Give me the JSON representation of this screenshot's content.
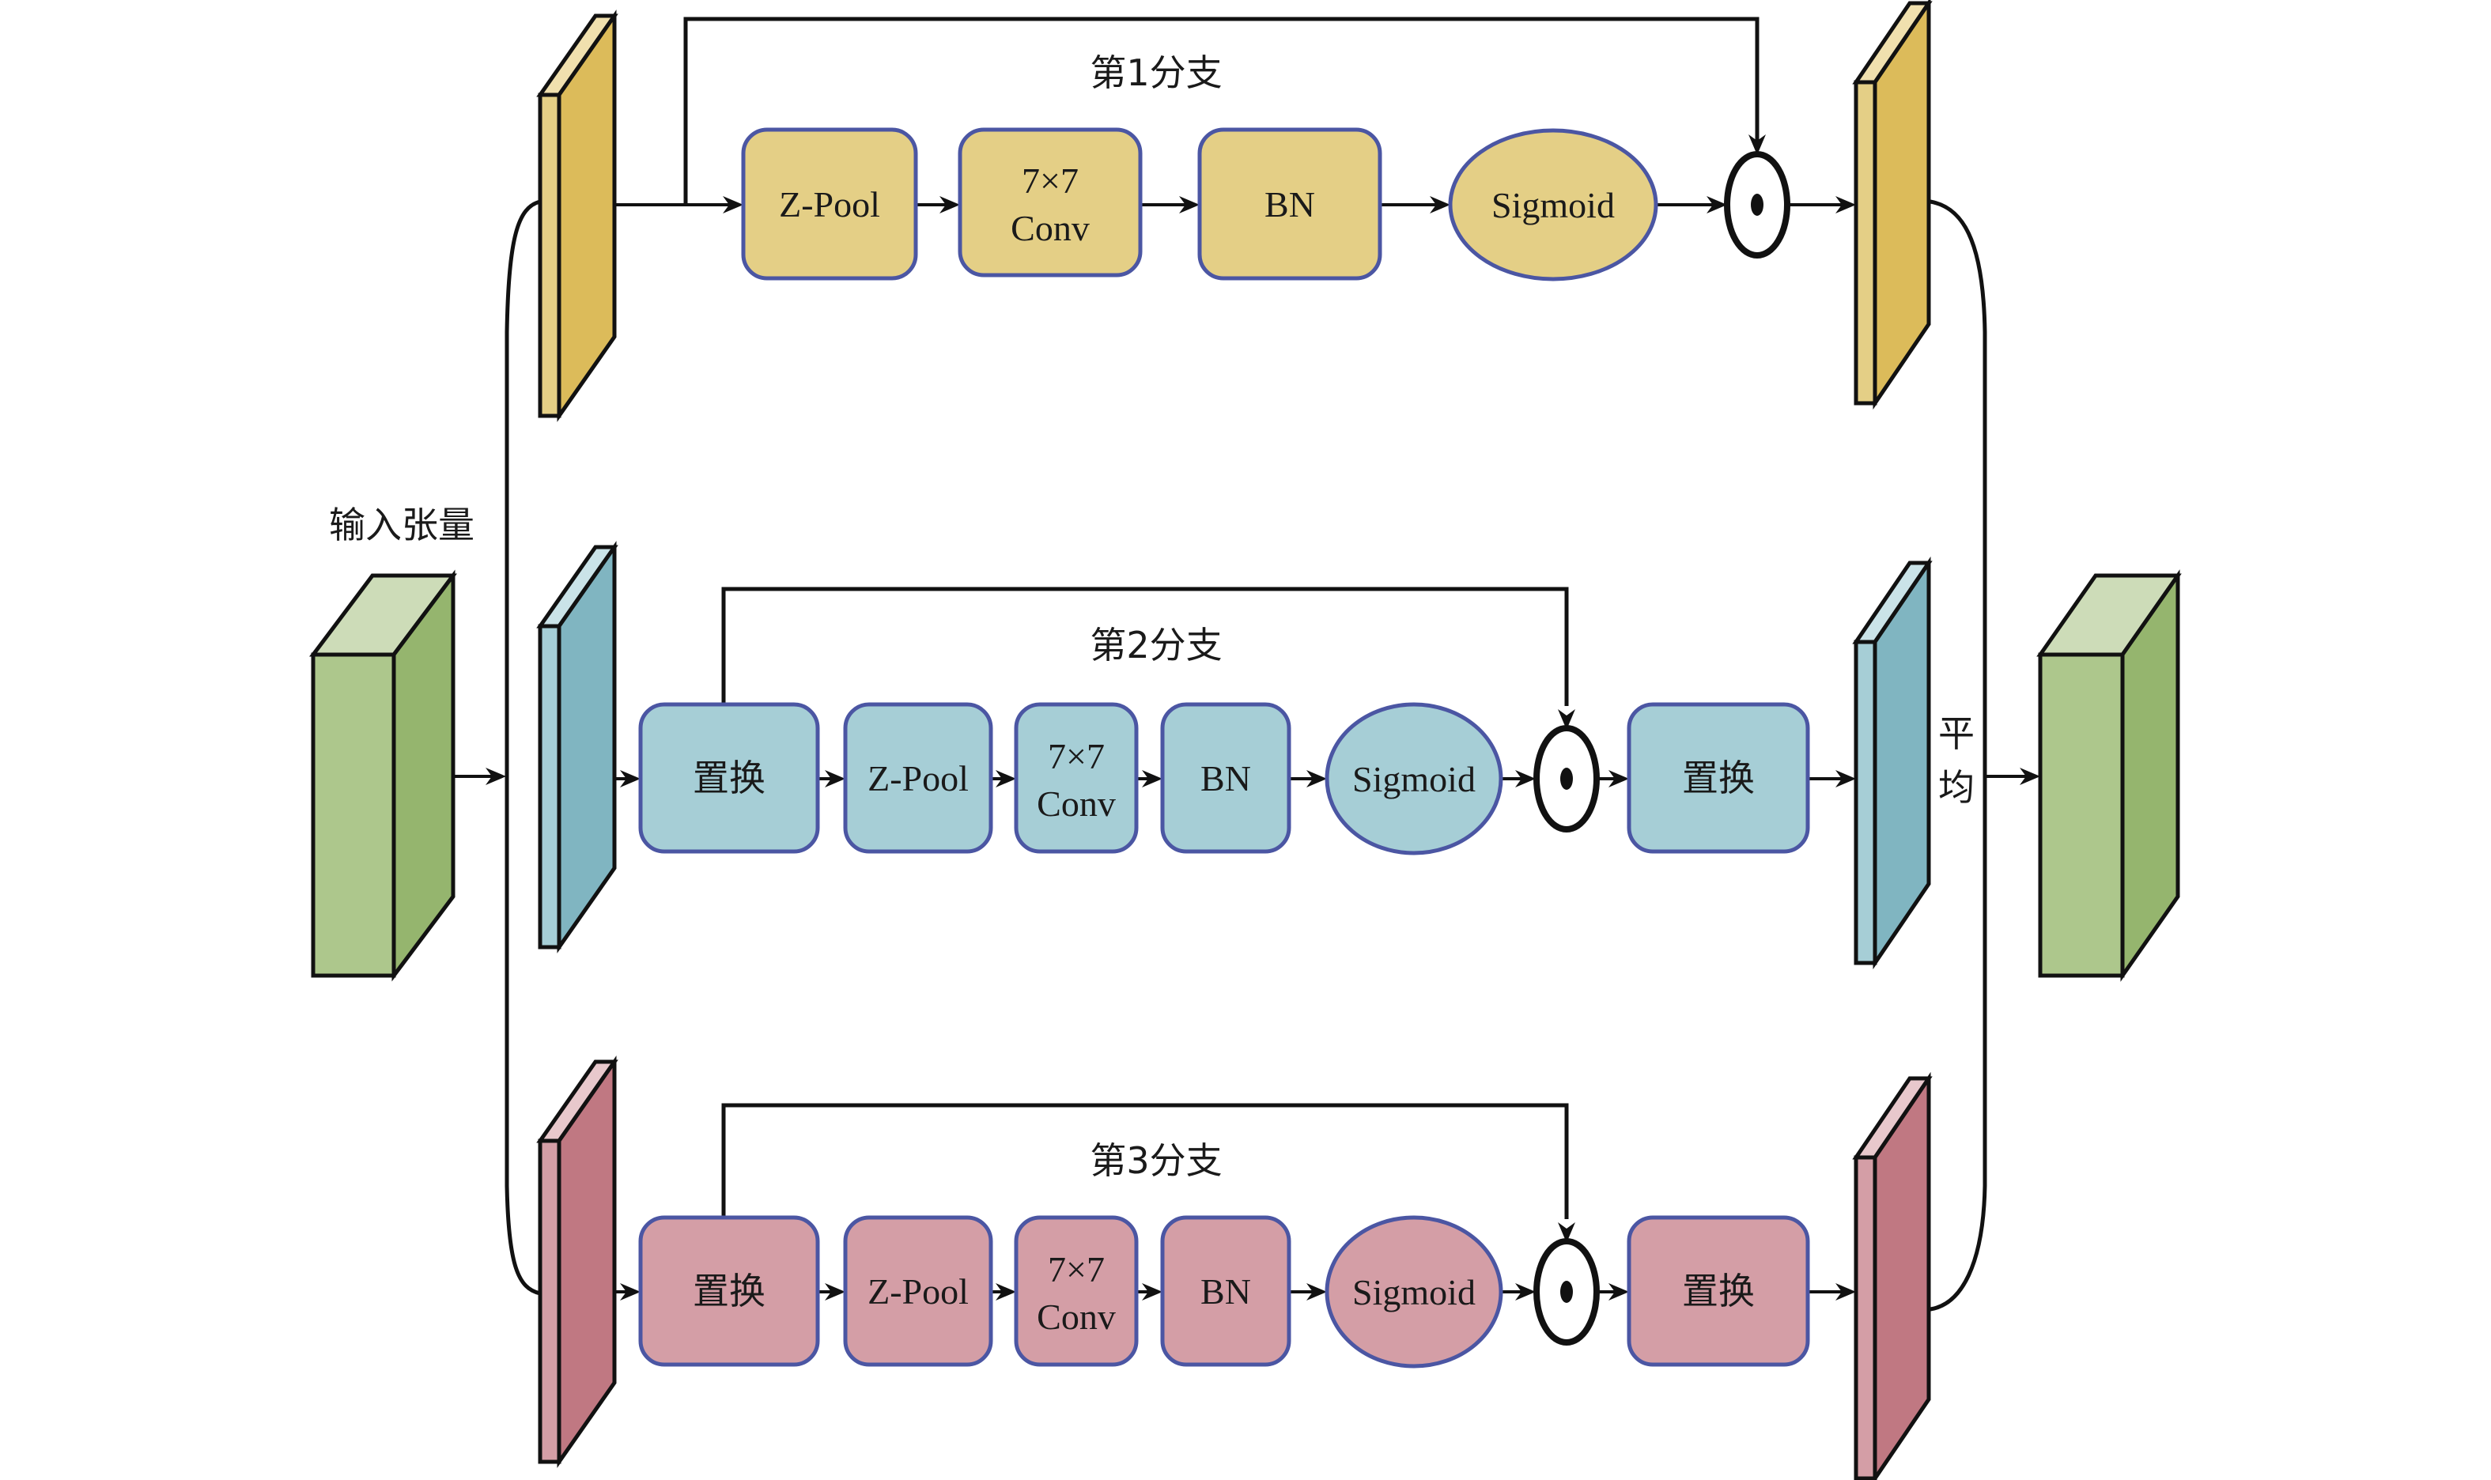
{
  "diagram": {
    "type": "triplet-attention-architecture",
    "input_label": "输入张量",
    "average_label": [
      "平",
      "均"
    ],
    "colors": {
      "input_output_front": "#adc78c",
      "input_output_side": "#95b56e",
      "input_output_top": "#cddcb8",
      "branch1_fill": "#e4cf86",
      "branch1_slab_side": "#dcbb5a",
      "branch1_slab_top": "#f0e0ae",
      "branch2_fill": "#a6ced6",
      "branch2_slab_side": "#80b5c1",
      "branch2_slab_top": "#cae3e8",
      "branch3_fill": "#d49ea6",
      "branch3_slab_side": "#c07882",
      "branch3_slab_top": "#e8c8cc",
      "block_border": "#4b56a3",
      "line": "#111111"
    },
    "branches": [
      {
        "title": "第1分支",
        "blocks": [
          "Z-Pool",
          "7×7|Conv",
          "BN",
          "Sigmoid"
        ],
        "operator": "element-wise-multiply"
      },
      {
        "title": "第2分支",
        "blocks": [
          "置换",
          "Z-Pool",
          "7×7|Conv",
          "BN",
          "Sigmoid",
          "置换"
        ],
        "operator": "element-wise-multiply"
      },
      {
        "title": "第3分支",
        "blocks": [
          "置换",
          "Z-Pool",
          "7×7|Conv",
          "BN",
          "Sigmoid",
          "置换"
        ],
        "operator": "element-wise-multiply"
      }
    ]
  }
}
